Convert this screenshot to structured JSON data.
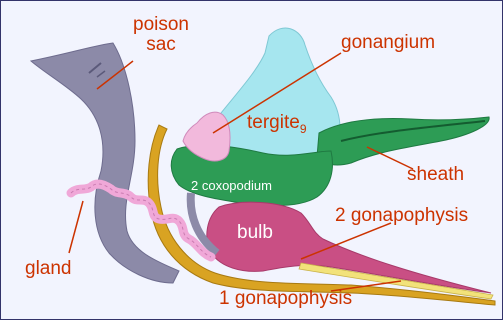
{
  "diagram": {
    "labels": {
      "poison_sac": "poison\nsac",
      "poison_sac_line1": "poison",
      "poison_sac_line2": "sac",
      "gonangium": "gonangium",
      "tergite": "tergite",
      "tergite_subscript": "9",
      "coxopodium": "2 coxopodium",
      "sheath": "sheath",
      "gonapophysis_2": "2 gonapophysis",
      "bulb": "bulb",
      "gland": "gland",
      "gonapophysis_1": "1 gonapophysis"
    },
    "colors": {
      "background": "#f2f4fe",
      "border": "#33336a",
      "label_text": "#cc3300",
      "pointer_line": "#cc3300",
      "poison_sac": "#8c8aa8",
      "gonangium": "#f2b9dc",
      "tergite": "#a6e6ef",
      "coxopodium": "#2d9c55",
      "sheath": "#2d9c55",
      "bulb": "#c94f84",
      "gonapophysis_1": "#f2e27a",
      "gonapophysis_2": "#d9a322",
      "gland": "#f0a8d8"
    }
  }
}
